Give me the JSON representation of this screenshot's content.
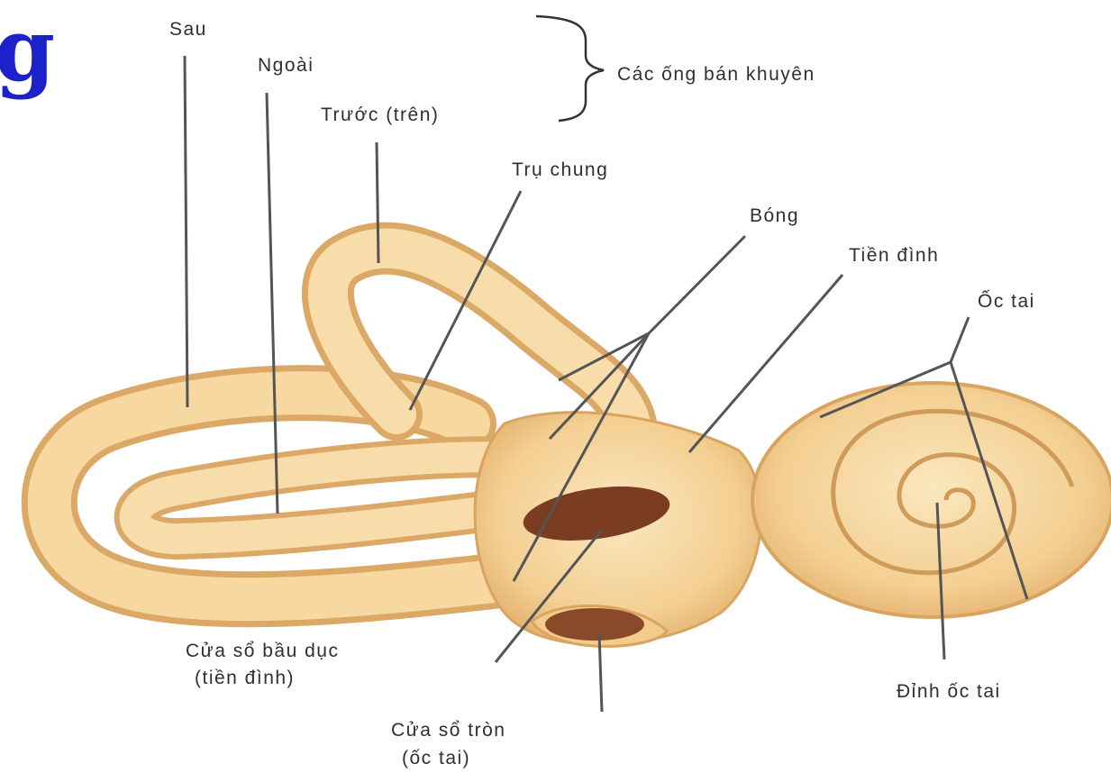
{
  "partial_heading": "g",
  "labels": {
    "sau": "Sau",
    "ngoai": "Ngoài",
    "truoc": "Trước (trên)",
    "cac_ong": "Các ống bán khuyên",
    "tru_chung": "Trụ chung",
    "bong": "Bóng",
    "tien_dinh": "Tiền đình",
    "oc_tai": "Ốc tai",
    "cua_so_bau_duc": "Cửa sổ bầu dục",
    "tien_dinh_paren": "(tiền đình)",
    "dinh_oc_tai": "Đỉnh ốc tai",
    "cua_so_tron": "Cửa sổ tròn",
    "oc_tai_paren": "(ốc tai)"
  },
  "colors": {
    "heading": "#1b22c9",
    "body_fill": "#f6d59a",
    "body_outline": "#d9a460",
    "window_fill": "#7a3d22",
    "leader_line": "#555555"
  }
}
